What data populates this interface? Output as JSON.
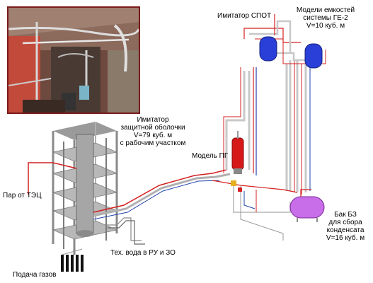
{
  "labels": {
    "spot": "Имитатор СПОТ",
    "ge2_line1": "Модели емкостей",
    "ge2_line2": "системы ГЕ-2",
    "ge2_line3": "V=10 куб. м",
    "cont_line1": "Имитатор",
    "cont_line2": "защитной оболочки",
    "cont_line3": "V=79 куб. м",
    "cont_line4": "с рабочим участком",
    "pg": "Модель ПГ",
    "steam": "Пар от ТЭЦ",
    "water": "Тех. вода в РУ и ЗО",
    "gas": "Подача газов",
    "bz_line1": "Бак БЗ",
    "bz_line2": "для сбора",
    "bz_line3": "конденсата",
    "bz_line4": "V=16 куб. м"
  },
  "colors": {
    "steam_pipe": "#d42020",
    "water_pipe": "#2244aa",
    "ge2_tank": "#2a3fd8",
    "pg_tank": "#d61818",
    "bz_tank": "#c86ee8",
    "frame": "#8a8a8a",
    "photo_border": "#7a1c1c"
  },
  "icons": {
    "photo": "industrial-hall-photo"
  }
}
